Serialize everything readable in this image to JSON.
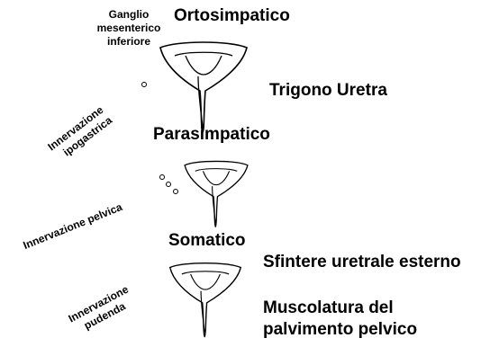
{
  "sections": {
    "ortosimpatico": {
      "title": "Ortosimpatico",
      "ganglio": [
        "Ganglio",
        "mesenterico",
        "inferiore"
      ],
      "innervazione": [
        "Innervazione",
        "ipogastrica"
      ],
      "target": "Trigono Uretra"
    },
    "parasimpatico": {
      "title": "Parasimpatico",
      "innervazione": "Innervazione pelvica"
    },
    "somatico": {
      "title": "Somatico",
      "innervazione": [
        "Innervazione",
        "pudenda"
      ],
      "target1": "Sfintere uretrale esterno",
      "target2": [
        "Muscolatura del",
        "palvimento pelvico"
      ]
    }
  }
}
